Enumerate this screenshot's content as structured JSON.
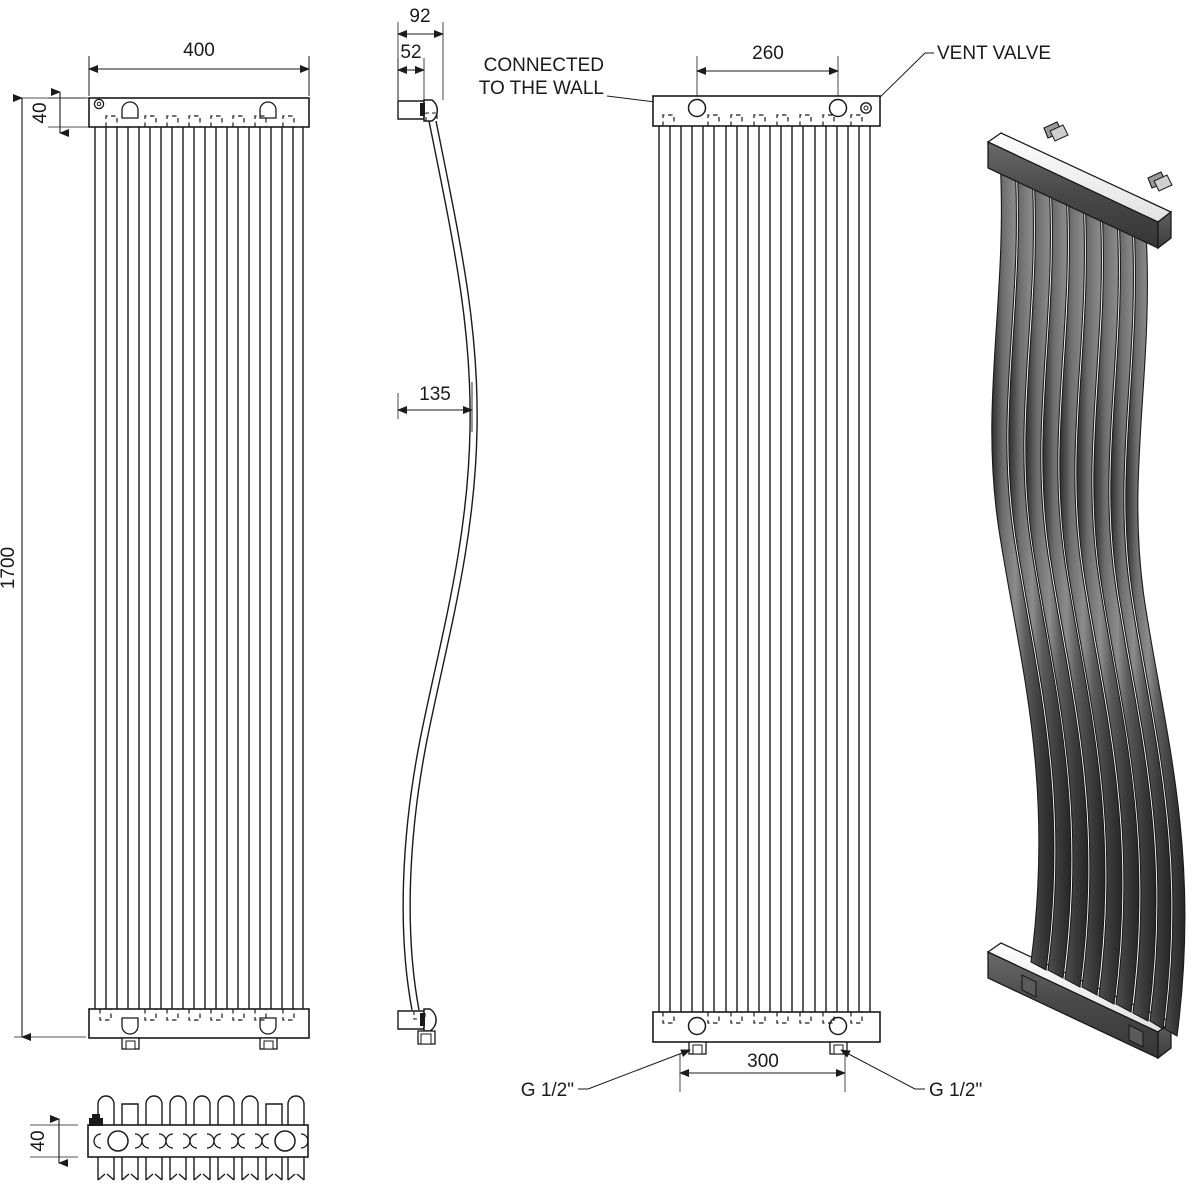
{
  "drawing": {
    "type": "technical-mechanical-drawing",
    "subject": "wave profile vertical tube radiator",
    "units": "mm",
    "line_color": "#1a1a1a",
    "body_color_3d": "#4a4a4a",
    "manifold_color_3d": "#f2f2f2",
    "background": "#ffffff"
  },
  "views": {
    "front": {
      "name": "front-view",
      "width_mm": "400",
      "height_mm": "1700",
      "manifold_height_mm": "40",
      "tube_count": 10
    },
    "side": {
      "name": "side-view",
      "depth_mm": "92",
      "offset_mm": "52",
      "wave_depth_mm": "135"
    },
    "back": {
      "name": "back-view",
      "wall_connection_spacing_mm": "260",
      "inlet_spacing_mm": "300"
    },
    "plan": {
      "name": "plan-view",
      "depth_mm": "40"
    },
    "iso": {
      "name": "isometric-3d-view"
    }
  },
  "dimensions": {
    "front_width": "400",
    "front_manifold": "40",
    "overall_height": "1700",
    "side_depth": "92",
    "side_offset": "52",
    "wave_depth": "135",
    "wall_spacing": "260",
    "inlet_spacing": "300",
    "plan_depth": "40"
  },
  "annotations": {
    "vent_valve": "VENT VALVE",
    "connected_to_wall_line1": "CONNECTED",
    "connected_to_wall_line2": "TO THE WALL",
    "thread_left": "G 1/2\"",
    "thread_right": "G 1/2\""
  }
}
